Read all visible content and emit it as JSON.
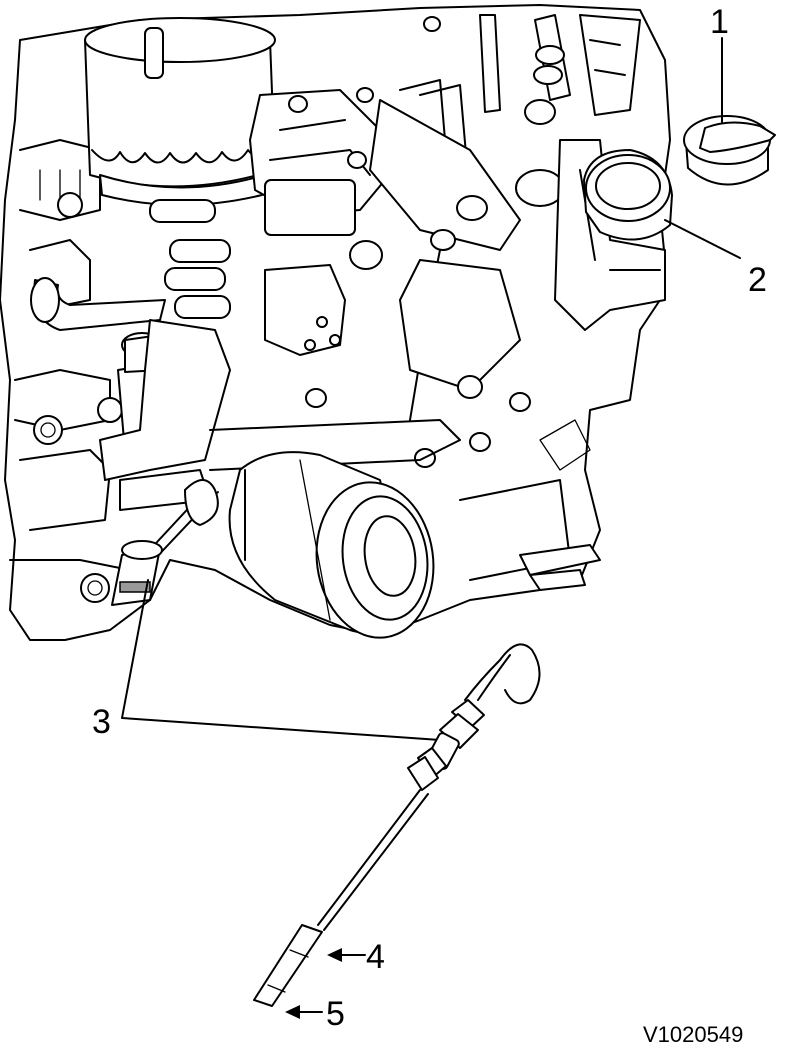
{
  "diagram": {
    "subject": "engine-oil-filler-cap-dipstick",
    "callouts": [
      {
        "id": "c1",
        "label": "1"
      },
      {
        "id": "c2",
        "label": "2"
      },
      {
        "id": "c3",
        "label": "3"
      },
      {
        "id": "c4",
        "label": "4"
      },
      {
        "id": "c5",
        "label": "5"
      }
    ],
    "reference_code": "V1020549",
    "colors": {
      "line": "#000000",
      "background": "#ffffff",
      "shade": "#9a9a9a"
    }
  }
}
